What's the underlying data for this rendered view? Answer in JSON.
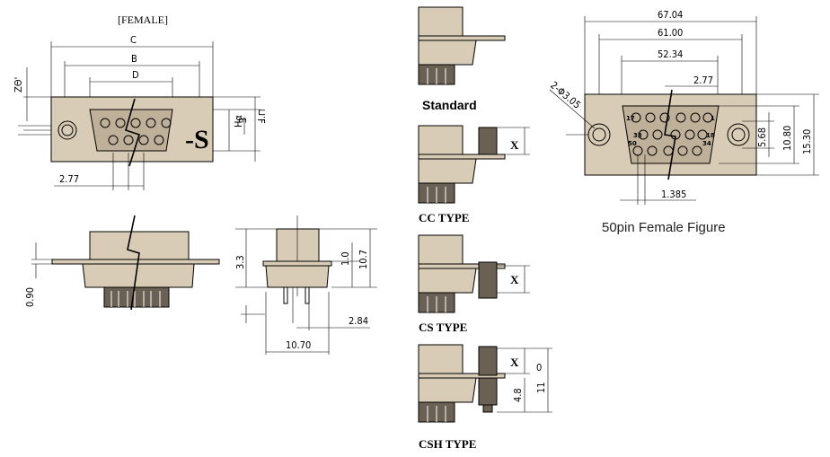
{
  "top_left": {
    "header": "[FEMALE]",
    "dim_c": "C",
    "dim_b": "B",
    "dim_d": "D",
    "dim_left": "2.77",
    "dim_top_left": "ZΘ'",
    "dim_a1": "E",
    "dim_a2": "Hα",
    "dim_a3": "Ⅎ.⊓",
    "suffix": "-S"
  },
  "side_view": {
    "dim_090": "0.90"
  },
  "front_view": {
    "dim_33": "3.3",
    "dim_10": "1.0",
    "dim_107": "10.7",
    "dim_284": "2.84",
    "dim_1070": "10.70"
  },
  "types": {
    "standard": "Standard",
    "cc": "CC  TYPE",
    "cs": "CS  TYPE",
    "csh": "CSH  TYPE",
    "x1": "X",
    "x2": "X",
    "x3": "X",
    "dim_0": "0",
    "dim_48": "4.8",
    "dim_11": "11"
  },
  "fifty_pin": {
    "dim_6704": "67.04",
    "dim_6100": "61.00",
    "dim_5234": "52.34",
    "dim_277": "2.77",
    "dim_hole": "2-Φ3.05",
    "dim_568": "5.68",
    "dim_1080": "10.80",
    "dim_1530": "15.30",
    "dim_1385": "1.385",
    "pin_17": "17",
    "pin_1": "1",
    "pin_33": "33",
    "pin_18": "18",
    "pin_50": "50",
    "pin_34": "34",
    "caption": "50pin   Female   Figure"
  }
}
